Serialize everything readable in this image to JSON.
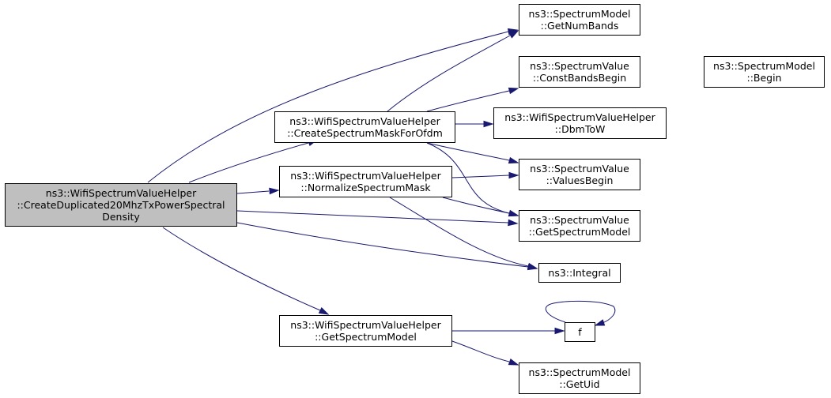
{
  "graph": {
    "edge_color": "#191970",
    "root_fill": "#bfbfbf",
    "nodes": {
      "create_duplicated": {
        "lines": [
          "ns3::WifiSpectrumValueHelper",
          "::CreateDuplicated20MhzTxPowerSpectral",
          "Density"
        ]
      },
      "create_mask_ofdm": {
        "lines": [
          "ns3::WifiSpectrumValueHelper",
          "::CreateSpectrumMaskForOfdm"
        ]
      },
      "normalize_mask": {
        "lines": [
          "ns3::WifiSpectrumValueHelper",
          "::NormalizeSpectrumMask"
        ]
      },
      "get_spectrum_model_helper": {
        "lines": [
          "ns3::WifiSpectrumValueHelper",
          "::GetSpectrumModel"
        ]
      },
      "get_num_bands": {
        "lines": [
          "ns3::SpectrumModel",
          "::GetNumBands"
        ]
      },
      "const_bands_begin": {
        "lines": [
          "ns3::SpectrumValue",
          "::ConstBandsBegin"
        ]
      },
      "model_begin": {
        "lines": [
          "ns3::SpectrumModel",
          "::Begin"
        ]
      },
      "dbm_to_w": {
        "lines": [
          "ns3::WifiSpectrumValueHelper",
          "::DbmToW"
        ]
      },
      "values_begin": {
        "lines": [
          "ns3::SpectrumValue",
          "::ValuesBegin"
        ]
      },
      "value_get_spectrum_model": {
        "lines": [
          "ns3::SpectrumValue",
          "::GetSpectrumModel"
        ]
      },
      "integral": {
        "lines": [
          "ns3::Integral"
        ]
      },
      "f": {
        "lines": [
          "f"
        ]
      },
      "get_uid": {
        "lines": [
          "ns3::SpectrumModel",
          "::GetUid"
        ]
      }
    }
  }
}
